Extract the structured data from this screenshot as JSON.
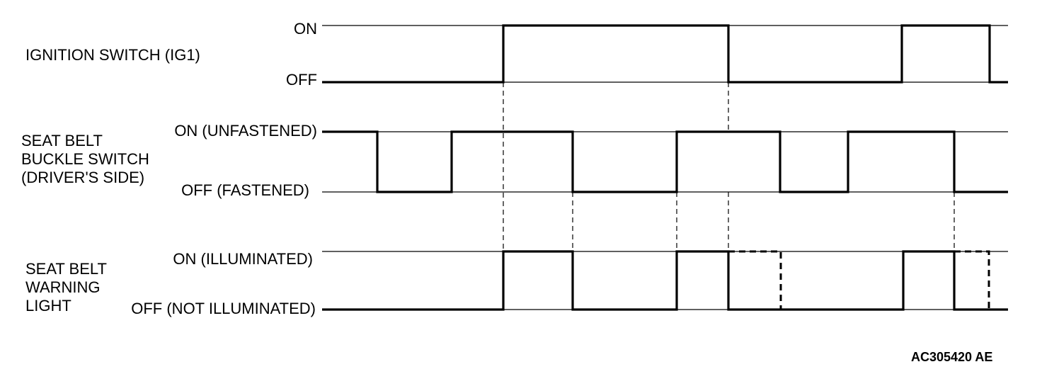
{
  "signals": [
    {
      "id": "ignition",
      "label_lines": [
        "IGNITION SWITCH (IG1)"
      ],
      "on_label": "ON",
      "off_label": "OFF"
    },
    {
      "id": "buckle",
      "label_lines": [
        "SEAT BELT",
        "BUCKLE SWITCH",
        "(DRIVER'S SIDE)"
      ],
      "on_label": "ON (UNFASTENED)",
      "off_label": "OFF (FASTENED)"
    },
    {
      "id": "warning",
      "label_lines": [
        "SEAT BELT",
        "WARNING",
        "LIGHT"
      ],
      "on_label": "ON (ILLUMINATED)",
      "off_label": "OFF (NOT ILLUMINATED)"
    }
  ],
  "figure_code": "AC305420 AE"
}
